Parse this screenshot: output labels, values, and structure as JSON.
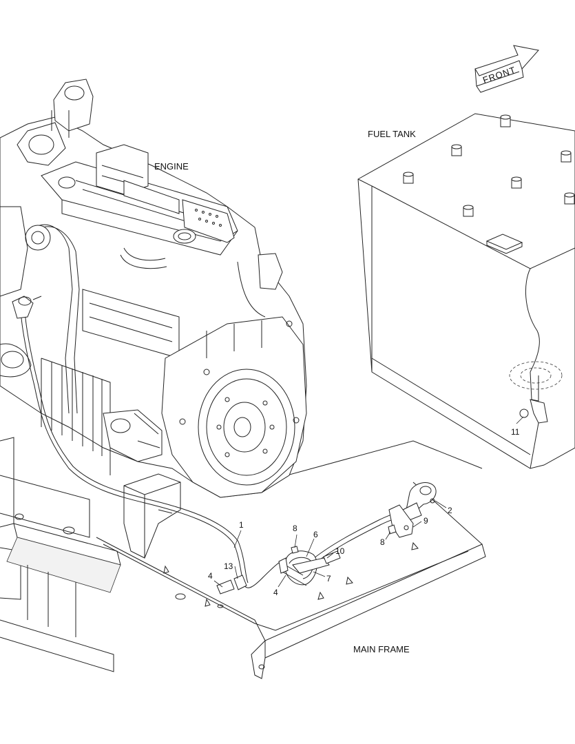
{
  "labels": {
    "engine": "ENGINE",
    "fuel_tank": "FUEL TANK",
    "main_frame": "MAIN FRAME",
    "front": "FRONT"
  },
  "callouts": {
    "c1": "1",
    "c2": "2",
    "c4a": "4",
    "c4b": "4",
    "c6": "6",
    "c7": "7",
    "c8a": "8",
    "c8b": "8",
    "c9": "9",
    "c10": "10",
    "c11": "11",
    "c13": "13"
  },
  "colors": {
    "line": "#222222",
    "background": "#ffffff"
  }
}
